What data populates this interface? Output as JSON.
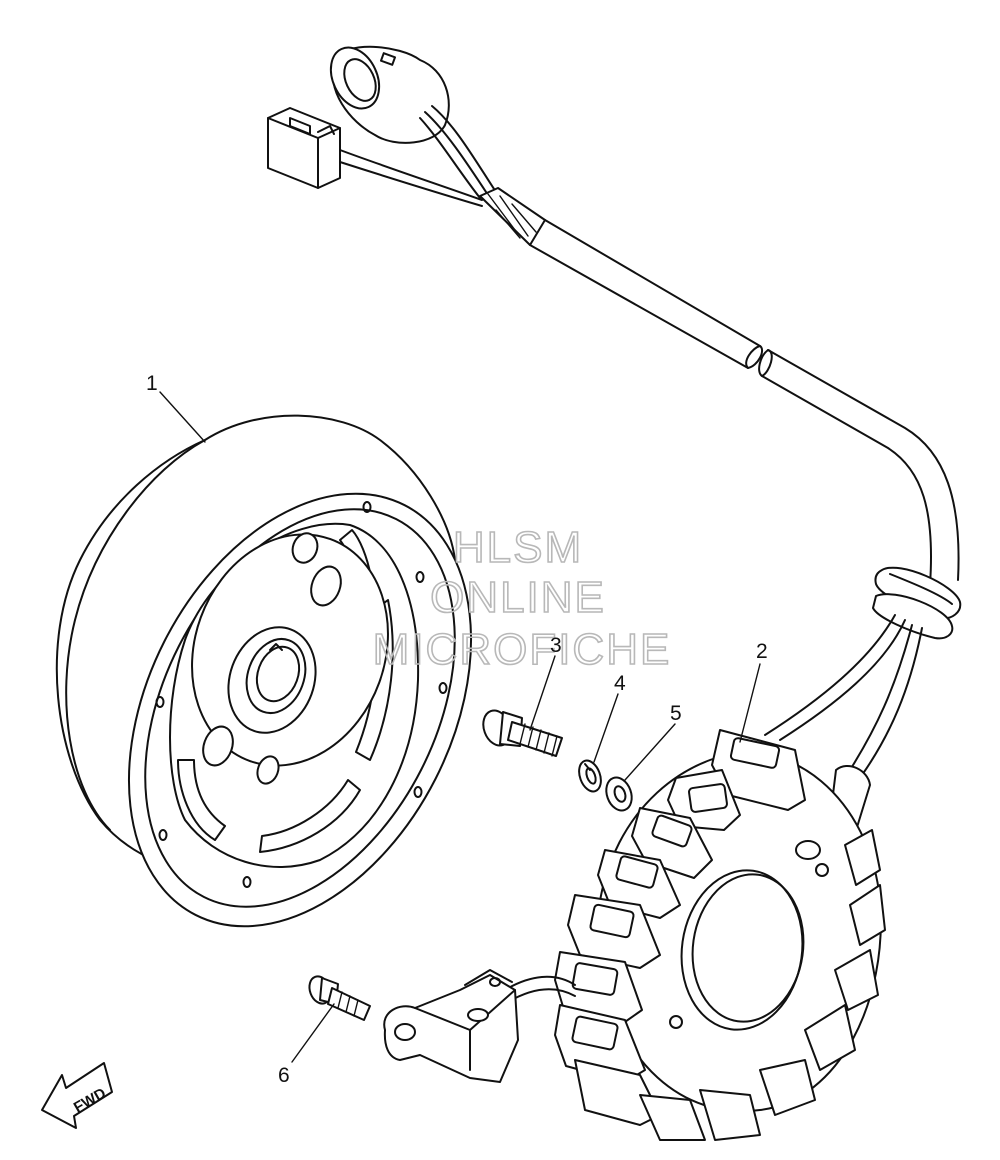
{
  "callouts": [
    {
      "number": "1",
      "part": "flywheel-rotor"
    },
    {
      "number": "2",
      "part": "stator-assembly"
    },
    {
      "number": "3",
      "part": "bolt"
    },
    {
      "number": "4",
      "part": "lock-washer"
    },
    {
      "number": "5",
      "part": "washer"
    },
    {
      "number": "6",
      "part": "screw"
    }
  ],
  "watermark": {
    "line1": "HLSM",
    "line2": "ONLINE",
    "line3": "MICROFICHE"
  },
  "direction_marker": "FWD",
  "colors": {
    "ink": "#111111",
    "watermark": "#b8b8b8",
    "background": "#ffffff"
  }
}
